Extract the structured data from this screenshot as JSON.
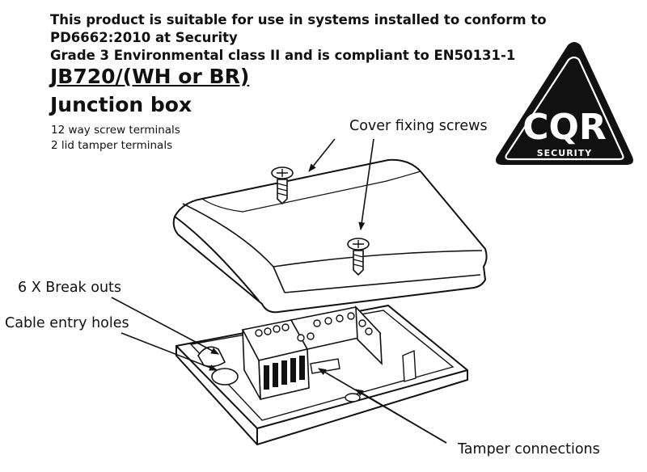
{
  "header": {
    "compliance_line1": "This product is suitable for use in systems installed to conform to PD6662:2010 at Security",
    "compliance_line2": "Grade 3 Environmental class II and is compliant to EN50131-1"
  },
  "product": {
    "model": "JB720/(WH or BR)",
    "title": "Junction box",
    "specs": [
      "12 way screw terminals",
      "2 lid tamper terminals"
    ]
  },
  "logo": {
    "brand": "CQR",
    "tagline": "SECURITY"
  },
  "callouts": {
    "cover_screws": "Cover fixing screws",
    "breakouts": "6 X Break outs",
    "cable_entry": "Cable entry holes",
    "tamper": "Tamper connections"
  },
  "colors": {
    "ink": "#111111",
    "background": "#ffffff"
  }
}
